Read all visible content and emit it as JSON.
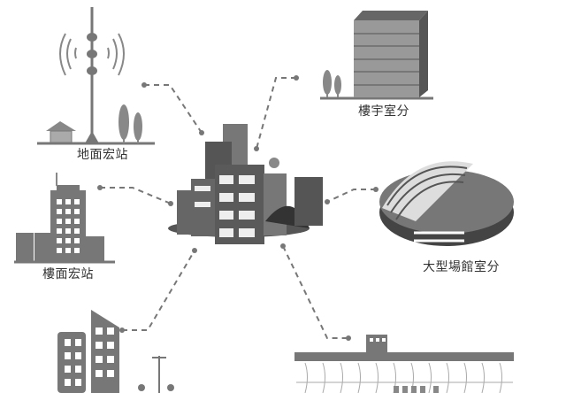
{
  "diagram": {
    "center": {
      "name": "city-cluster"
    },
    "nodes": [
      {
        "id": "ground-macro",
        "label": "地面宏站"
      },
      {
        "id": "rooftop-macro",
        "label": "樓面宏站"
      },
      {
        "id": "building-indoor",
        "label": "樓宇室分"
      },
      {
        "id": "stadium-indoor",
        "label": "大型場館室分"
      },
      {
        "id": "street-small-cell",
        "label": ""
      },
      {
        "id": "subway-coverage",
        "label": ""
      }
    ],
    "colors": {
      "primary": "#6b6b6b",
      "dark": "#444444",
      "light": "#a8a8a8",
      "line": "#777777"
    }
  }
}
